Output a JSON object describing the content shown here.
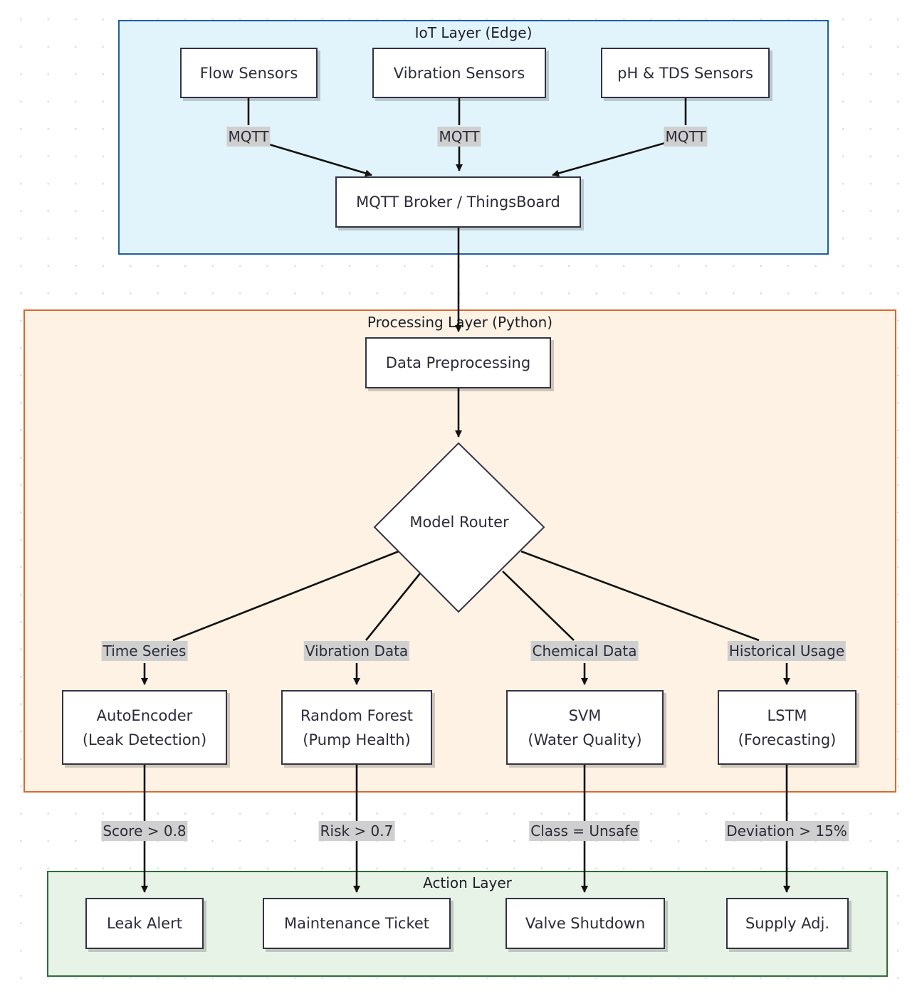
{
  "layers": {
    "iot": {
      "title": "IoT Layer (Edge)"
    },
    "processing": {
      "title": "Processing Layer (Python)"
    },
    "action": {
      "title": "Action Layer"
    }
  },
  "iot_nodes": {
    "flow": "Flow Sensors",
    "vibration": "Vibration Sensors",
    "ph_tds": "pH & TDS Sensors",
    "broker": "MQTT Broker / ThingsBoard"
  },
  "iot_edge_labels": [
    "MQTT",
    "MQTT",
    "MQTT"
  ],
  "processing_nodes": {
    "preprocessing": "Data Preprocessing",
    "router": "Model Router",
    "models": [
      {
        "line1": "AutoEncoder",
        "line2": "(Leak Detection)"
      },
      {
        "line1": "Random Forest",
        "line2": "(Pump Health)"
      },
      {
        "line1": "SVM",
        "line2": "(Water Quality)"
      },
      {
        "line1": "LSTM",
        "line2": "(Forecasting)"
      }
    ]
  },
  "router_edge_labels": [
    "Time Series",
    "Vibration Data",
    "Chemical Data",
    "Historical Usage"
  ],
  "action_edge_labels": [
    "Score > 0.8",
    "Risk > 0.7",
    "Class = Unsafe",
    "Deviation > 15%"
  ],
  "action_nodes": [
    "Leak Alert",
    "Maintenance Ticket",
    "Valve Shutdown",
    "Supply Adj."
  ]
}
